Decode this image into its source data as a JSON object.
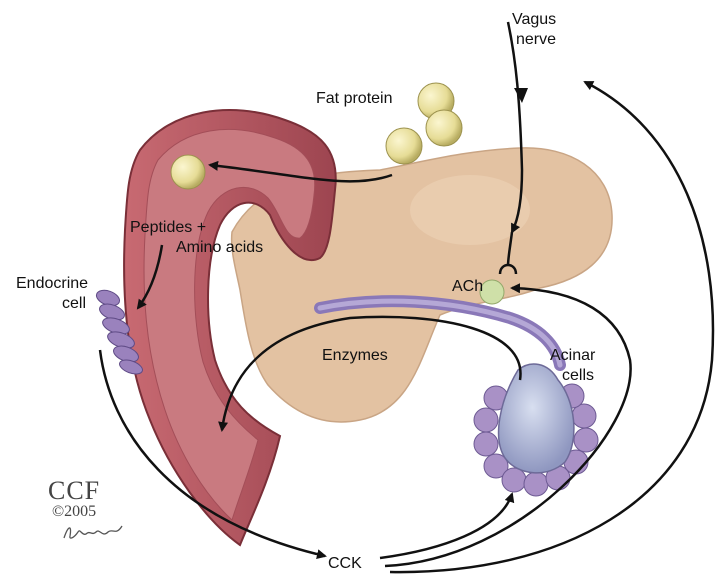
{
  "labels": {
    "vagus_line1": "Vagus",
    "vagus_line2": "nerve",
    "fat_protein": "Fat protein",
    "peptides_line1": "Peptides +",
    "peptides_line2": "Amino acids",
    "endocrine_line1": "Endocrine",
    "endocrine_line2": "cell",
    "ach": "ACh",
    "enzymes": "Enzymes",
    "acinar_line1": "Acinar",
    "acinar_line2": "cells",
    "cck": "CCK"
  },
  "credit": {
    "logo": "CCF",
    "year": "©2005",
    "signature": "E.Halasz"
  },
  "colors": {
    "duodenum": "#b8555e",
    "duodenum_inner": "#c97a80",
    "pancreas": "#e3c2a2",
    "fat_ball": "#e6dc96",
    "endocrine": "#9a82bd",
    "acinar": "#a991c6",
    "ach_vesicle": "#cfe0a8",
    "arrow": "#111111"
  },
  "icons": [
    "fat-protein-ball",
    "endocrine-cell",
    "acinar-cluster",
    "ach-vesicle",
    "nerve-terminal"
  ]
}
